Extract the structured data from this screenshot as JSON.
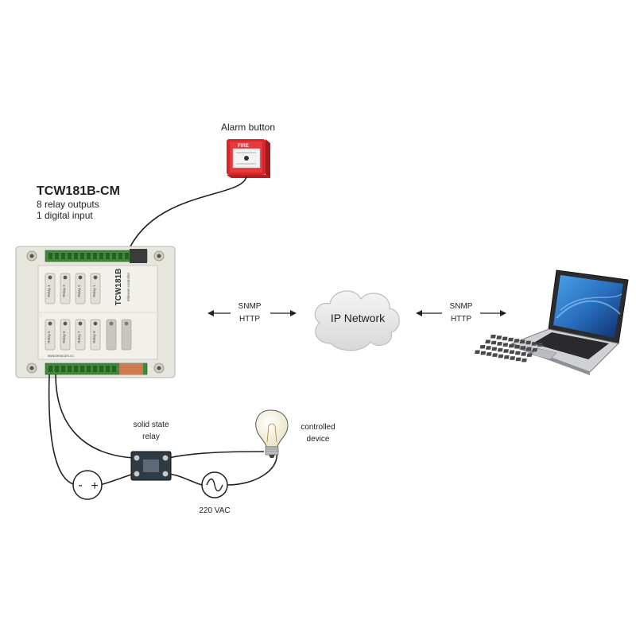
{
  "alarm": {
    "label": "Alarm button",
    "sign_text": "FIRE"
  },
  "controller": {
    "model": "TCW181B-CM",
    "spec_line1": "8  relay outputs",
    "spec_line2": "1  digital input",
    "face_title": "TCW181B",
    "face_subtitle": "ethernet controller",
    "relays": [
      "Relay 1",
      "Relay 2",
      "Relay 3",
      "Relay 4",
      "Relay 5",
      "Relay 6",
      "Relay 7",
      "Relay 8"
    ],
    "website": "www.teracom.cc"
  },
  "link_left": {
    "line1": "SNMP",
    "line2": "HTTP"
  },
  "network": {
    "label": "IP Network"
  },
  "link_right": {
    "line1": "SNMP",
    "line2": "HTTP"
  },
  "ssr": {
    "line1": "solid state",
    "line2": "relay"
  },
  "device": {
    "line1": "controlled",
    "line2": "device"
  },
  "dc_source": {
    "minus": "-",
    "plus": "+"
  },
  "ac_source": {
    "label": "220 VAC"
  },
  "colors": {
    "line": "#222222",
    "terminal_green": "#3f8a3a",
    "enclosure": "#e9e8e1",
    "alarm_red": "#e0262b",
    "cloud": "#e4e4e4",
    "laptop_screen": "#2a6fc0"
  }
}
